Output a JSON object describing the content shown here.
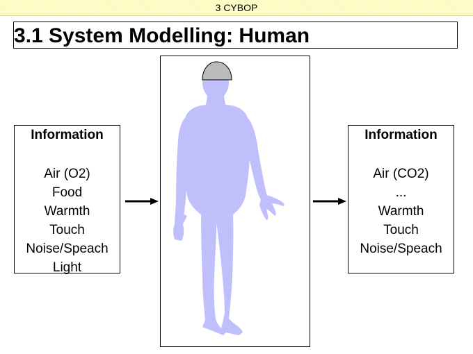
{
  "header": {
    "section_label": "3 CYBOP"
  },
  "slide": {
    "title": "3.1 System Modelling: Human"
  },
  "input_box": {
    "heading": "Information",
    "items": [
      "Air (O2)",
      "Food",
      "Warmth",
      "Touch",
      "Noise/Speach",
      "Light"
    ]
  },
  "output_box": {
    "heading": "Information",
    "items": [
      "Air (CO2)",
      "...",
      "Warmth",
      "Touch",
      "Noise/Speach"
    ]
  },
  "colors": {
    "header_band": "#ffffcc",
    "body_silhouette": "#bfbffb",
    "head_brain": "#bcbcbc",
    "stroke": "#000000"
  },
  "icons": {
    "human": "human-silhouette-icon",
    "brain": "brain-icon",
    "input_arrow": "arrow-right-icon",
    "output_arrow": "arrow-right-icon"
  }
}
